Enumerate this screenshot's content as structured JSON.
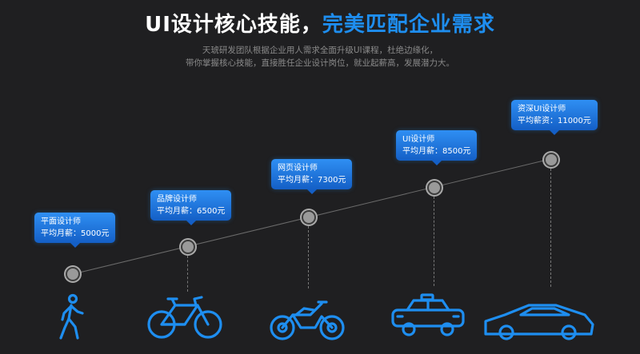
{
  "heading": {
    "part1": "UI设计核心技能，",
    "part2": "完美匹配企业需求"
  },
  "subtitle": {
    "line1": "天琥研发团队根据企业用人需求全面升级UI课程，杜绝边缘化，",
    "line2": "带你掌握核心技能，直接胜任企业设计岗位，就业起薪高，发展潜力大。"
  },
  "levels": [
    {
      "role": "平面设计师",
      "salary": "平均月薪：5000元",
      "icon": "walking-person-icon"
    },
    {
      "role": "品牌设计师",
      "salary": "平均月薪：6500元",
      "icon": "bicycle-icon"
    },
    {
      "role": "网页设计师",
      "salary": "平均月薪：7300元",
      "icon": "motorcycle-icon"
    },
    {
      "role": "UI设计师",
      "salary": "平均月薪：8500元",
      "icon": "car-icon"
    },
    {
      "role": "资深UI设计师",
      "salary": "平均薪资：11000元",
      "icon": "sports-car-icon"
    }
  ],
  "colors": {
    "accent": "#1e8ef0",
    "background": "#1f1f21",
    "icon": "#1e8ef0"
  }
}
